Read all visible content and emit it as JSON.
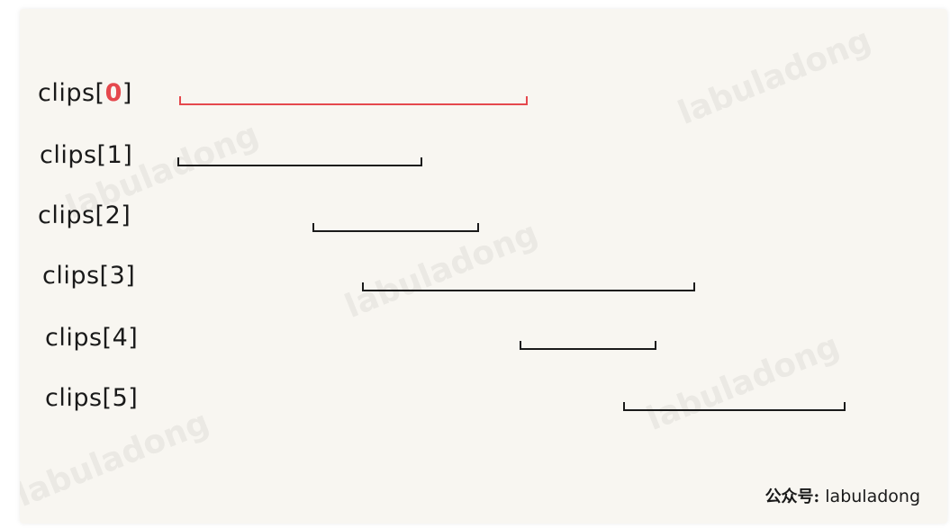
{
  "diagram": {
    "label_prefix": "clips",
    "highlight_color": "#e5484d",
    "line_color": "#1a1a1a",
    "clips": [
      {
        "label": "clips[0]",
        "prefix": "clips[",
        "index": "0",
        "suffix": "]",
        "highlighted": true
      },
      {
        "label": "clips[1]",
        "prefix": "clips[",
        "index": "1",
        "suffix": "]",
        "highlighted": false
      },
      {
        "label": "clips[2]",
        "prefix": "clips[",
        "index": "2",
        "suffix": "]",
        "highlighted": false
      },
      {
        "label": "clips[3]",
        "prefix": "clips[",
        "index": "3",
        "suffix": "]",
        "highlighted": false
      },
      {
        "label": "clips[4]",
        "prefix": "clips[",
        "index": "4",
        "suffix": "]",
        "highlighted": false
      },
      {
        "label": "clips[5]",
        "prefix": "clips[",
        "index": "5",
        "suffix": "]",
        "highlighted": false
      }
    ]
  },
  "watermark_text": "labuladong",
  "footer": {
    "prefix_glyphs": "公众号:",
    "account": "labuladong"
  }
}
